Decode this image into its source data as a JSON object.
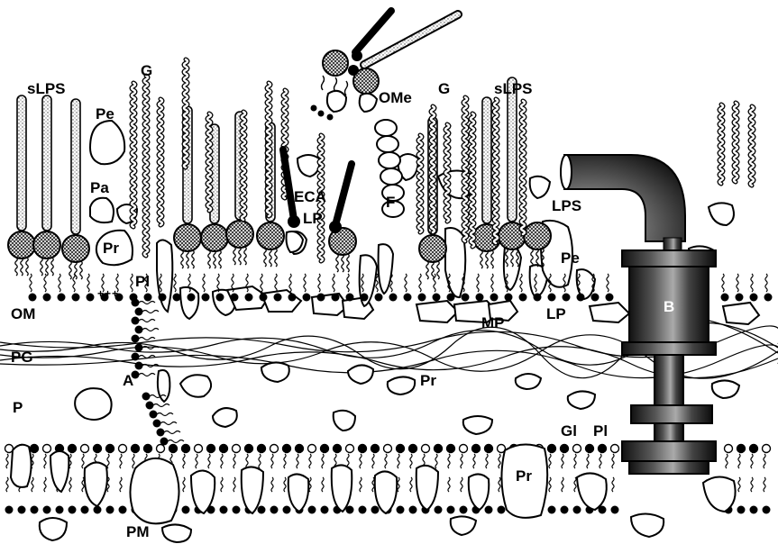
{
  "labels": {
    "slps_left": "sLPS",
    "g_left": "G",
    "pe_left": "Pe",
    "pa": "Pa",
    "pr_left": "Pr",
    "pl_top": "Pl",
    "om": "OM",
    "pg": "PG",
    "a": "A",
    "p": "P",
    "pm": "PM",
    "ome": "OMe",
    "g_right": "G",
    "slps_right": "sLPS",
    "eca": "ECA",
    "lp_mid": "LP",
    "f": "F",
    "lps": "LPS",
    "pe_right": "Pe",
    "mp": "MP",
    "lp_right": "LP",
    "pr_mid": "Pr",
    "gl": "Gl",
    "pl_bottom": "Pl",
    "pr_bottom": "Pr",
    "b": "B"
  }
}
